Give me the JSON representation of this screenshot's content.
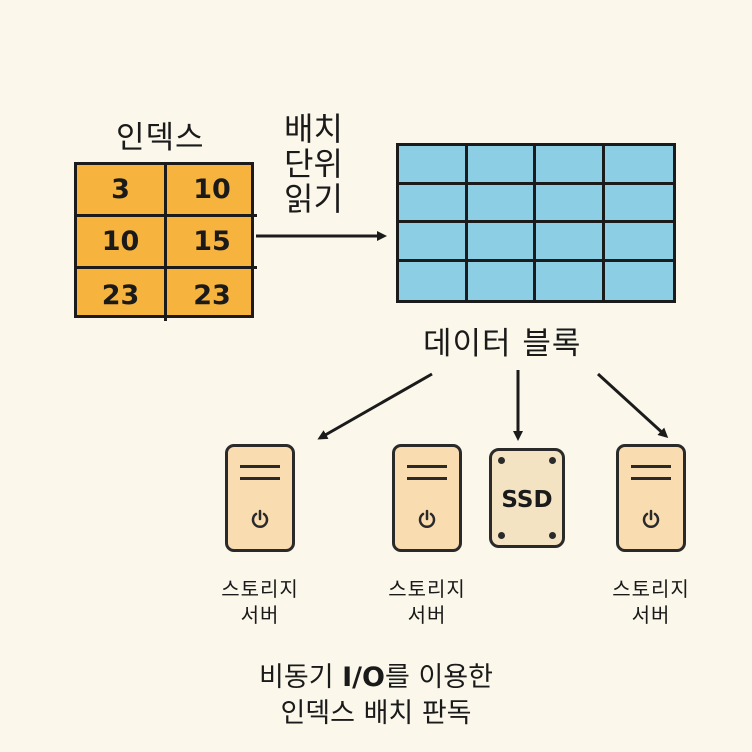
{
  "index": {
    "title": "인덱스",
    "cells": [
      "3",
      "10",
      "10",
      "15",
      "23",
      "23"
    ]
  },
  "batch_read": {
    "line1": "배치",
    "line2": "단위",
    "line3": "읽기"
  },
  "data_block": {
    "label": "데이터 블록",
    "rows": 4,
    "cols": 4
  },
  "servers": [
    {
      "line1": "스토리지",
      "line2": "서버"
    },
    {
      "line1": "스토리지",
      "line2": "서버"
    },
    {
      "line1": "스토리지",
      "line2": "서버"
    }
  ],
  "ssd": {
    "label": "SSD"
  },
  "caption": {
    "prefix": "비동기 ",
    "bold": "I/O",
    "suffix": "를 이용한",
    "line2": "인덱스 배치 판독"
  },
  "colors": {
    "index_fill": "#f6b33d",
    "data_fill": "#8ccfe5",
    "server_fill": "#f9dcb0",
    "ssd_fill": "#f3e3c3",
    "background": "#fbf7ea"
  }
}
